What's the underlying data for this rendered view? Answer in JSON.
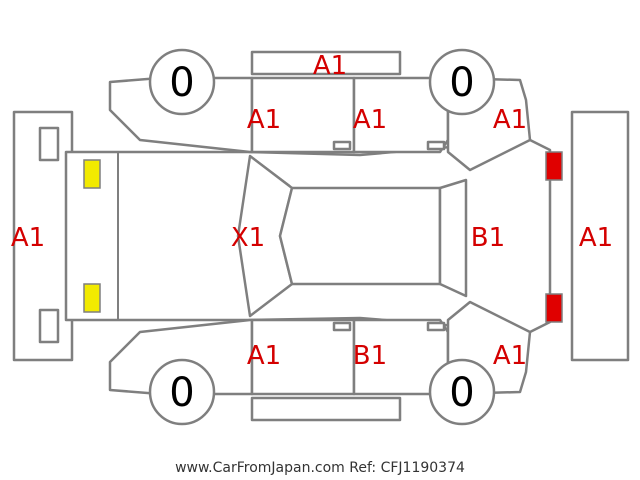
{
  "tires": {
    "front_left": "0",
    "front_right": "0",
    "rear_left": "0",
    "rear_right": "0"
  },
  "codes": {
    "roof": "A1",
    "left_front_door": "A1",
    "left_rear_door": "A1",
    "left_rear_fender": "A1",
    "rear_bumper": "A1",
    "front_bumper": "A1",
    "hood": "X1",
    "rear_glass_trunk": "B1",
    "right_front_door": "A1",
    "right_rear_door": "B1",
    "right_rear_fender": "A1"
  },
  "lights": {
    "front": "#f2ea00",
    "rear": "#e00000"
  },
  "footer": {
    "text": "www.CarFromJapan.com Ref: CFJ1190374"
  }
}
